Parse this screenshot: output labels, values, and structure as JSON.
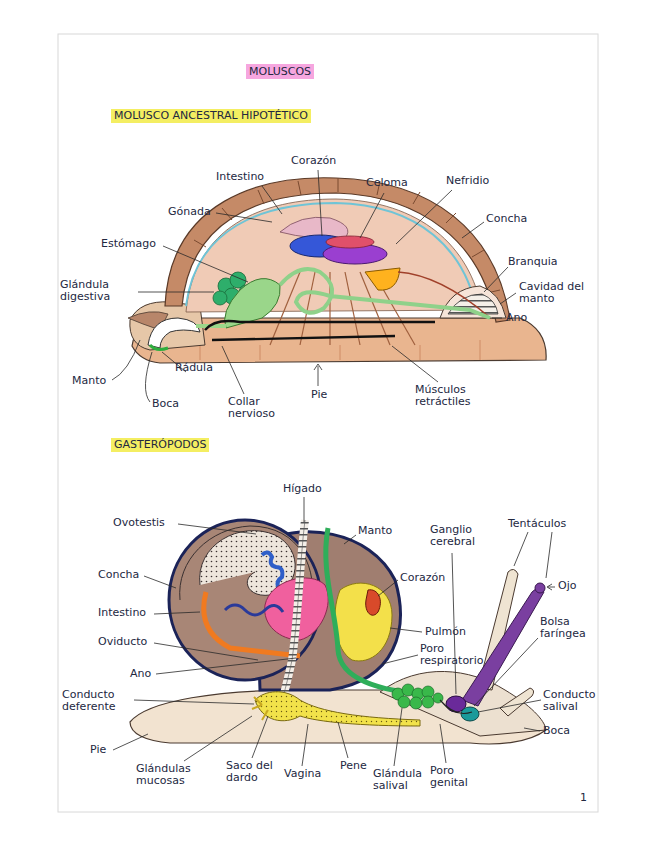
{
  "diagram": {
    "title": "MOLUSCOS",
    "labels": [
      "MOLUSCO ANCESTRAL HIPOTÉTICO",
      "Corazón",
      "Intestino",
      "Celoma",
      "Nefridio",
      "Gónada",
      "Concha",
      "Estómago",
      "Branquia",
      "Glándula digestiva",
      "Cavidad del manto",
      "Ano",
      "Manto",
      "Rádula",
      "Boca",
      "Collar nervioso",
      "Pie",
      "Músculos retráctiles",
      "GASTERÓPODOS",
      "Hígado",
      "Ovotestis",
      "Manto",
      "Ganglio cerebral",
      "Tentáculos",
      "Ojo",
      "Concha",
      "Corazón",
      "Intestino",
      "Pulmón",
      "Poro respiratorio",
      "Bolsa faríngea",
      "Oviducto",
      "Ano",
      "Conducto deferente",
      "Conducto salival",
      "Boca",
      "Pie",
      "Glándulas mucosas",
      "Saco del dardo",
      "Vagina",
      "Pene",
      "Glándula salival",
      "Poro genital",
      "1"
    ]
  }
}
